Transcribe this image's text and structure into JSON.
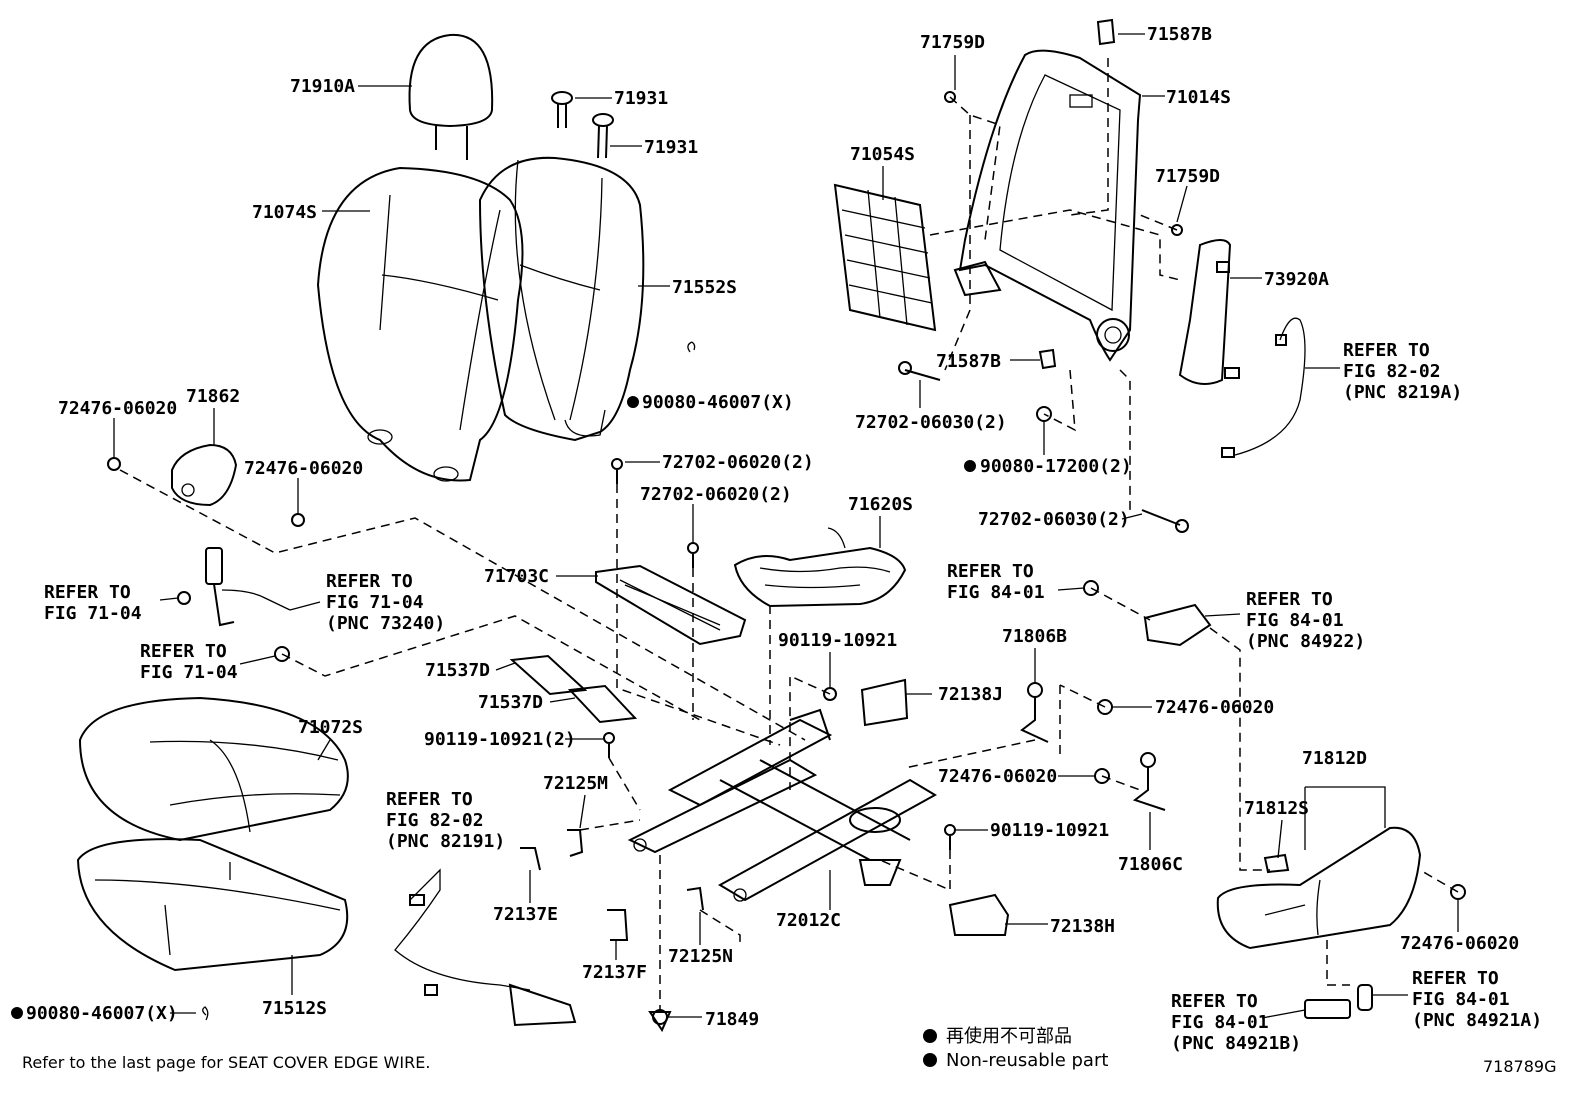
{
  "parts": {
    "p71910A": "71910A",
    "p71931a": "71931",
    "p71931b": "71931",
    "p71074S": "71074S",
    "p71552S": "71552S",
    "p90080_46007_top": "90080-46007(X)",
    "p72476_06020_a": "72476-06020",
    "p71862": "71862",
    "p72476_06020_b": "72476-06020",
    "p72702_06020_a": "72702-06020(2)",
    "p72702_06020_b": "72702-06020(2)",
    "p71620S": "71620S",
    "p71703C": "71703C",
    "p71537D_a": "71537D",
    "p71537D_b": "71537D",
    "p90119_10921_2": "90119-10921(2)",
    "p90119_10921_a": "90119-10921",
    "p72138J": "72138J",
    "p71806B": "71806B",
    "p72476_06020_c": "72476-06020",
    "p72476_06020_d": "72476-06020",
    "p90119_10921_b": "90119-10921",
    "p71806C": "71806C",
    "p71812D": "71812D",
    "p71812S": "71812S",
    "p72476_06020_e": "72476-06020",
    "p71072S": "71072S",
    "p72125M": "72125M",
    "p72137E": "72137E",
    "p72137F": "72137F",
    "p72125N": "72125N",
    "p72012C": "72012C",
    "p72138H": "72138H",
    "p71849": "71849",
    "p71512S": "71512S",
    "p90080_46007_bottom": "90080-46007(X)",
    "p71759D_a": "71759D",
    "p71587B_a": "71587B",
    "p71014S": "71014S",
    "p71054S": "71054S",
    "p71759D_b": "71759D",
    "p73920A": "73920A",
    "p71587B_b": "71587B",
    "p72702_06030_a": "72702-06030(2)",
    "p90080_17200": "90080-17200(2)",
    "p72702_06030_b": "72702-06030(2)"
  },
  "refs": {
    "r1": [
      "REFER TO",
      "FIG 71-04"
    ],
    "r2": [
      "REFER TO",
      "FIG 71-04",
      "(PNC 73240)"
    ],
    "r3": [
      "REFER TO",
      "FIG 71-04"
    ],
    "r4": [
      "REFER TO",
      "FIG 82-02",
      "(PNC 82191)"
    ],
    "r5": [
      "REFER TO",
      "FIG 82-02",
      "(PNC 8219A)"
    ],
    "r6": [
      "REFER TO",
      "FIG 84-01"
    ],
    "r7": [
      "REFER TO",
      "FIG 84-01",
      "(PNC 84922)"
    ],
    "r8": [
      "REFER TO",
      "FIG 84-01",
      "(PNC 84921B)"
    ],
    "r9": [
      "REFER TO",
      "FIG 84-01",
      "(PNC 84921A)"
    ]
  },
  "legend": {
    "jp": "再使用不可部品",
    "en": "Non-reusable part"
  },
  "footer": {
    "note": "Refer to the last page for SEAT COVER EDGE WIRE.",
    "figure_id": "718789G"
  }
}
